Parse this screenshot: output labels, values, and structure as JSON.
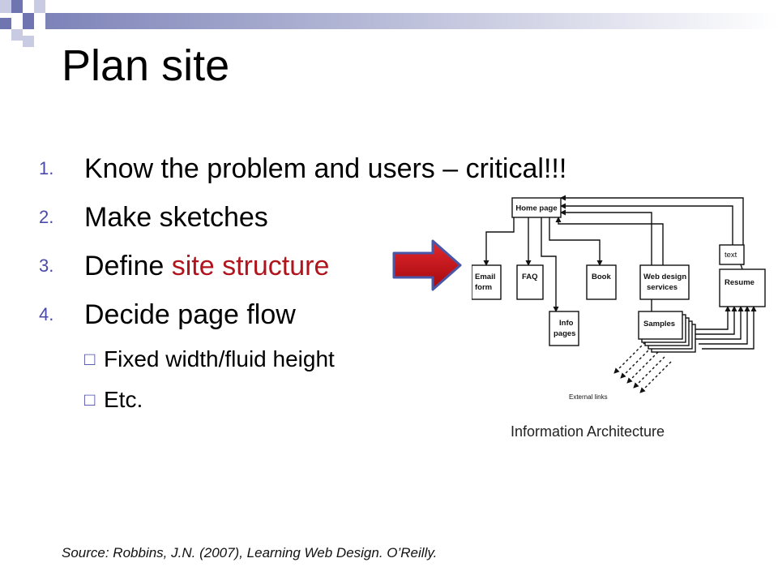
{
  "slide": {
    "title": "Plan site",
    "items": [
      {
        "num": "1.",
        "pre": "Know the problem and users – critical!!!",
        "highlight": ""
      },
      {
        "num": "2.",
        "pre": "Make sketches",
        "highlight": ""
      },
      {
        "num": "3.",
        "pre": "Define ",
        "highlight": "site structure"
      },
      {
        "num": "4.",
        "pre": "Decide page flow",
        "highlight": ""
      }
    ],
    "subitems": [
      "Fixed width/fluid height",
      "Etc."
    ],
    "bullet_glyph": "□",
    "highlight_color": "#b0141c",
    "accent_color": "#4a4aa8",
    "diagram": {
      "caption": "Information Architecture",
      "nodes": {
        "home": "Home page",
        "email_1": "Email",
        "email_2": "form",
        "faq": "FAQ",
        "book": "Book",
        "webdesign_1": "Web design",
        "webdesign_2": "services",
        "text": "text",
        "resume": "Resume",
        "info_1": "Info",
        "info_2": "pages",
        "samples": "Samples",
        "external": "External links"
      }
    },
    "source": "Source: Robbins, J.N. (2007), Learning Web Design. O’Reilly."
  }
}
